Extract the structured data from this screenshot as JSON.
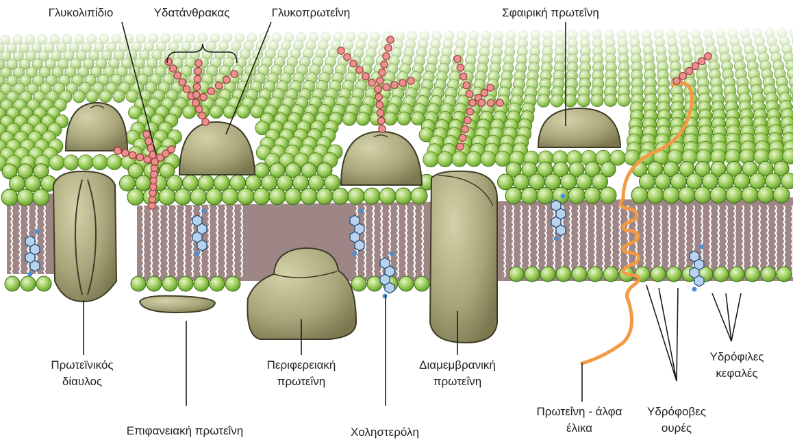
{
  "diagram": {
    "labels": {
      "glycolipid": "Γλυκολιπίδιο",
      "carbohydrate": "Υδατάνθρακας",
      "glycoprotein": "Γλυκοπρωτεΐνη",
      "globular_protein": "Σφαιρική πρωτεΐνη",
      "channel_line1": "Πρωτεϊνικός",
      "channel_line2": "δίαυλος",
      "surface_protein": "Επιφανειακή πρωτεΐνη",
      "peripheral_line1": "Περιφερειακή",
      "peripheral_line2": "πρωτεΐνη",
      "cholesterol": "Χοληστερόλη",
      "transmembrane_line1": "Διαμεμβρανική",
      "transmembrane_line2": "πρωτεΐνη",
      "alpha_line1": "Πρωτεΐνη - άλφα",
      "alpha_line2": "έλικα",
      "hydrophobic_line1": "Υδρόφοβες",
      "hydrophobic_line2": "ουρές",
      "hydrophilic_line1": "Υδρόφιλες",
      "hydrophilic_line2": "κεφαλές"
    },
    "colors": {
      "lipid_head": "#8cc24a",
      "lipid_head_light": "#d9ecc0",
      "tail_region": "#9c8585",
      "protein": "#a8a57a",
      "protein_dark": "#6f6c48",
      "carbohydrate": "#e98b8b",
      "cholesterol": "#a8c8e8",
      "alpha_helix": "#f5a04a"
    }
  }
}
